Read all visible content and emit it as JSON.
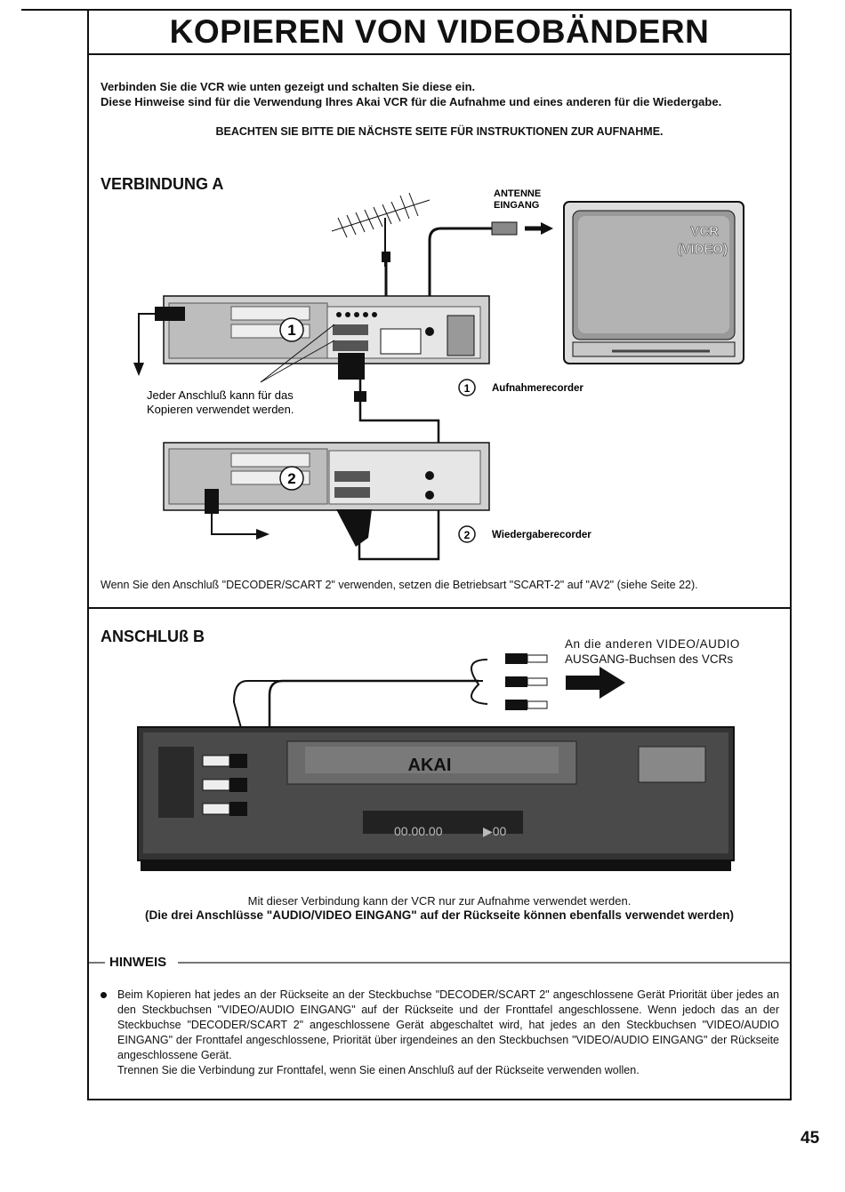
{
  "title": "KOPIEREN VON VIDEOBÄNDERN",
  "intro": {
    "line1": "Verbinden Sie die VCR wie unten gezeigt und schalten Sie diese ein.",
    "line2": "Diese Hinweise sind für die Verwendung Ihres Akai VCR für die Aufnahme und eines anderen für die Wiedergabe.",
    "note": "BEACHTEN SIE BITTE DIE NÄCHSTE SEITE FÜR INSTRUKTIONEN ZUR AUFNAHME."
  },
  "connection_a": {
    "heading": "VERBINDUNG A",
    "antenna_label_1": "ANTENNE",
    "antenna_label_2": "EINGANG",
    "tv_label_1": "VCR",
    "tv_label_2": "(VIDEO)",
    "any_connector_1": "Jeder Anschluß kann für das",
    "any_connector_2": "Kopieren verwendet werden.",
    "recorder_1_num": "1",
    "recorder_1_label": "Aufnahmerecorder",
    "recorder_2_num": "2",
    "recorder_2_label": "Wiedergaberecorder",
    "decoder_note": "Wenn Sie den Anschluß \"DECODER/SCART 2\" verwenden, setzen die Betriebsart \"SCART-2\" auf \"AV2\" (siehe Seite 22)."
  },
  "connection_b": {
    "heading": "ANSCHLUß B",
    "output_label_1": "An die anderen VIDEO/AUDIO",
    "output_label_2": "AUSGANG-Buchsen des VCRs",
    "brand": "AKAI",
    "display_1": "00.00.00",
    "display_2": "▶00",
    "caption_1": "Mit dieser Verbindung kann der VCR nur zur Aufnahme verwendet werden.",
    "caption_2": "(Die drei Anschlüsse \"AUDIO/VIDEO EINGANG\" auf der Rückseite können ebenfalls verwendet werden)"
  },
  "hinweis": {
    "heading": "HINWEIS",
    "paragraph": "Beim Kopieren hat jedes an der Rückseite an der Steckbuchse \"DECODER/SCART 2\" angeschlossene Gerät Priorität über jedes an den Steckbuchsen \"VIDEO/AUDIO EINGANG\" auf der Rückseite und der Fronttafel angeschlossene. Wenn jedoch das an der Steckbuchse \"DECODER/SCART 2\" angeschlossene Gerät abgeschaltet wird, hat jedes an den Steckbuchsen \"VIDEO/AUDIO EINGANG\" der Fronttafel angeschlossene, Priorität über irgendeines an den Steckbuchsen \"VIDEO/AUDIO EINGANG\" der Rückseite angeschlossene Gerät.",
    "paragraph_2": "Trennen Sie die Verbindung zur Fronttafel, wenn Sie einen Anschluß auf der Rückseite verwenden wollen."
  },
  "page_number": "45"
}
